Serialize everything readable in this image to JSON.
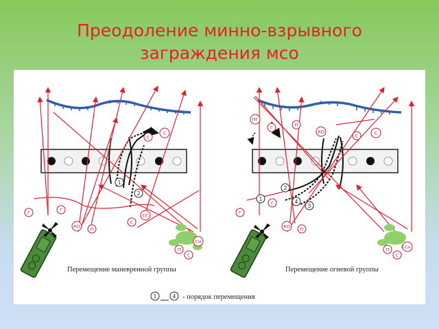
{
  "title_line1": "Преодоление минно-взрывного",
  "title_line2": "заграждения мсо",
  "left_caption": "Перемещение маневренной группы",
  "right_caption": "Перемещение огневой группы",
  "legend": {
    "from": "1",
    "to": "4",
    "text": "- порядок перемещения"
  },
  "markers": {
    "g": "Г",
    "p": "П",
    "ko": "КО",
    "s": "С",
    "ss": "СС",
    "sn": "Сн",
    "pg": "ПГ"
  },
  "order_numbers": [
    "1",
    "2",
    "3",
    "4"
  ],
  "colors": {
    "title": "#e8202a",
    "arrows": "#e02030",
    "trench": "#2e5fa8",
    "paths": "#111111",
    "bush": "#8ed06a",
    "tank": "#4a8a3a"
  }
}
